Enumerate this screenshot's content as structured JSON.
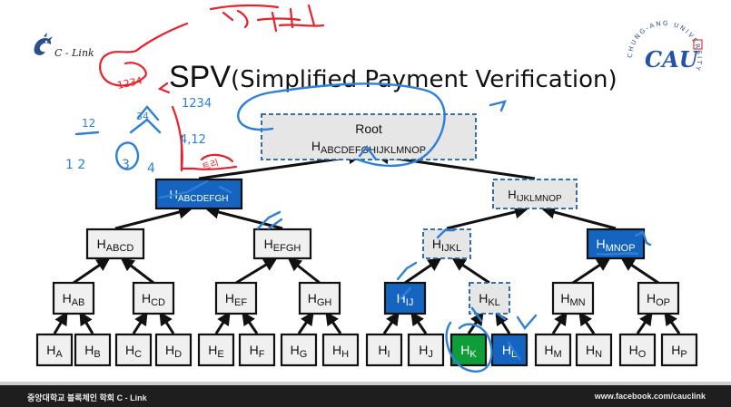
{
  "brand": {
    "logo_icon": "dragon-logo-icon",
    "name": "C - Link"
  },
  "university": {
    "logo_icon": "cau-emblem-icon",
    "logo_text": "CAU",
    "ring_text": "CHUNG-ANG UNIVERSITY"
  },
  "slide": {
    "title_main": "SPV",
    "title_sub": "(Simplified Payment Verification)"
  },
  "tree": {
    "root": {
      "line1": "Root",
      "line2": "H",
      "line2_sub": "ABCDEFGHIJKLMNOP"
    },
    "level1": [
      {
        "base": "H",
        "sub": "ABCDEFGH"
      },
      {
        "base": "H",
        "sub": "IJKLMNOP"
      }
    ],
    "level2": [
      {
        "base": "H",
        "sub": "ABCD"
      },
      {
        "base": "H",
        "sub": "EFGH"
      },
      {
        "base": "H",
        "sub": "IJKL"
      },
      {
        "base": "H",
        "sub": "MNOP"
      }
    ],
    "level3": [
      {
        "base": "H",
        "sub": "AB"
      },
      {
        "base": "H",
        "sub": "CD"
      },
      {
        "base": "H",
        "sub": "EF"
      },
      {
        "base": "H",
        "sub": "GH"
      },
      {
        "base": "H",
        "sub": "IJ"
      },
      {
        "base": "H",
        "sub": "KL"
      },
      {
        "base": "H",
        "sub": "MN"
      },
      {
        "base": "H",
        "sub": "OP"
      }
    ],
    "leaves": [
      {
        "base": "H",
        "sub": "A"
      },
      {
        "base": "H",
        "sub": "B"
      },
      {
        "base": "H",
        "sub": "C"
      },
      {
        "base": "H",
        "sub": "D"
      },
      {
        "base": "H",
        "sub": "E"
      },
      {
        "base": "H",
        "sub": "F"
      },
      {
        "base": "H",
        "sub": "G"
      },
      {
        "base": "H",
        "sub": "H"
      },
      {
        "base": "H",
        "sub": "I"
      },
      {
        "base": "H",
        "sub": "J"
      },
      {
        "base": "H",
        "sub": "K"
      },
      {
        "base": "H",
        "sub": "L"
      },
      {
        "base": "H",
        "sub": "M"
      },
      {
        "base": "H",
        "sub": "N"
      },
      {
        "base": "H",
        "sub": "O"
      },
      {
        "base": "H",
        "sub": "P"
      }
    ]
  },
  "colors": {
    "plain_fill": "#f0f0f0",
    "blue_fill": "#1565c0",
    "green_fill": "#0f9d3a",
    "dashed_border": "#1f5f9e",
    "dashed_fill": "#e6e6e6",
    "ink_red": "#e8202a",
    "ink_blue": "#2d7fd8"
  },
  "annotations": {
    "red_top": "고루트",
    "red_left": "1234",
    "red_mid": "트리",
    "blue_top": "1234",
    "blue_frac_num": "12",
    "blue_frac_den": "1 2",
    "blue_34": "34",
    "blue_4": "4",
    "blue_412": "4,12",
    "blue_3": "3"
  },
  "footer": {
    "left": "중앙대학교 블록체인 학회 C - Link",
    "right": "www.facebook.com/cauclink"
  }
}
